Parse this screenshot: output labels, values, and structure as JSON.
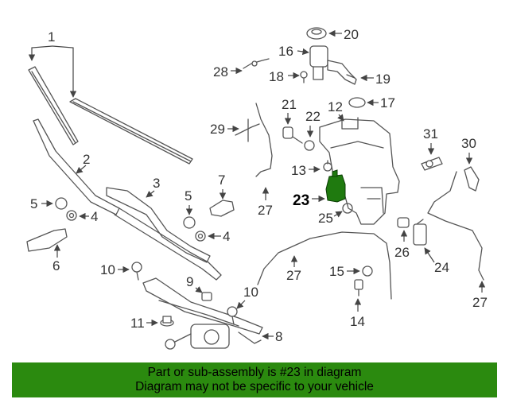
{
  "colors": {
    "banner": "#2b8a0f",
    "highlight_part": "#1f7a0f",
    "line": "#555555"
  },
  "callouts": {
    "c1": "1",
    "c2": "2",
    "c3": "3",
    "c4a": "4",
    "c4b": "4",
    "c5a": "5",
    "c5b": "5",
    "c6": "6",
    "c7": "7",
    "c8": "8",
    "c9": "9",
    "c10a": "10",
    "c10b": "10",
    "c11": "11",
    "c12": "12",
    "c13": "13",
    "c14": "14",
    "c15": "15",
    "c16": "16",
    "c17": "17",
    "c18": "18",
    "c19": "19",
    "c20": "20",
    "c21": "21",
    "c22": "22",
    "c23": "23",
    "c24": "24",
    "c25": "25",
    "c26": "26",
    "c27a": "27",
    "c27b": "27",
    "c27c": "27",
    "c28": "28",
    "c29": "29",
    "c30": "30",
    "c31": "31"
  },
  "highlighted_part": "23",
  "footer": {
    "line1": "Part or sub-assembly is #23 in diagram",
    "line2": "Diagram may not be specific to your vehicle"
  }
}
